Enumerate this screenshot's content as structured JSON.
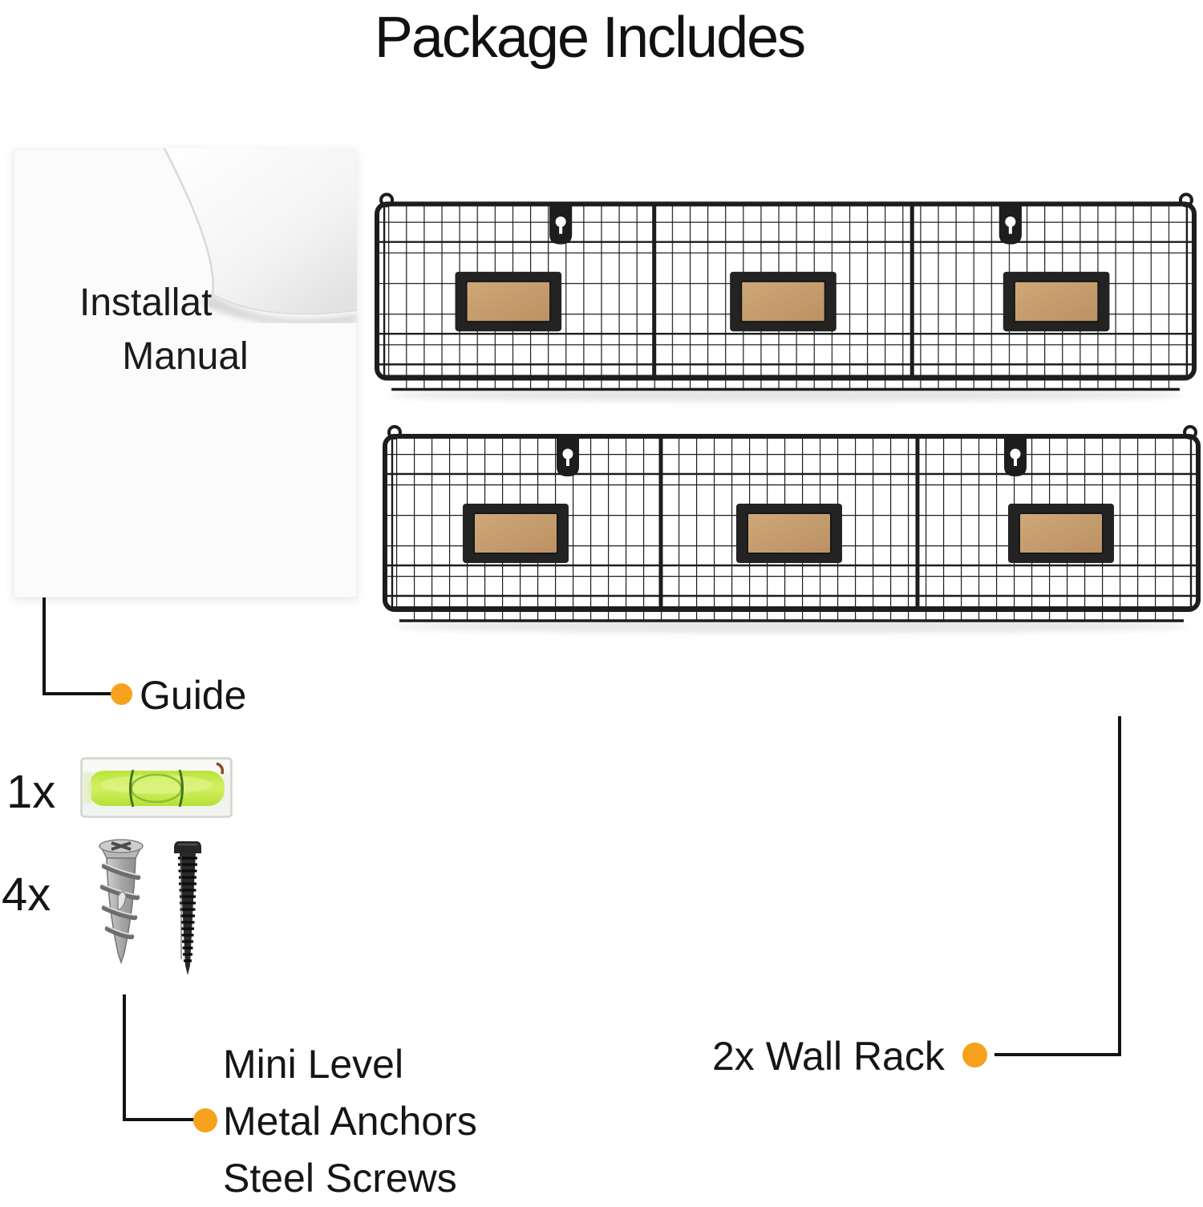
{
  "title": "Package Includes",
  "manual": {
    "line1": "Installat",
    "line2": "Manual",
    "icon": "page-curl-manual"
  },
  "callouts": {
    "guide": {
      "label": "Guide"
    },
    "rack": {
      "label": "2x Wall Rack"
    }
  },
  "hardware": {
    "level_qty": "1x",
    "anchor_qty": "4x",
    "labels": [
      "Mini Level",
      "Metal Anchors",
      "Steel Screws"
    ]
  },
  "icons": {
    "level": "bubble-level-icon",
    "anchor": "metal-anchor-icon",
    "screw": "steel-screw-icon",
    "rack": "wire-wall-rack-icon"
  },
  "colors": {
    "accent": "#F6A21C",
    "wire": "#1d1d1d",
    "label-tan": "#C59C6E",
    "level-green": "#C9EC4E",
    "ink": "#141414"
  }
}
